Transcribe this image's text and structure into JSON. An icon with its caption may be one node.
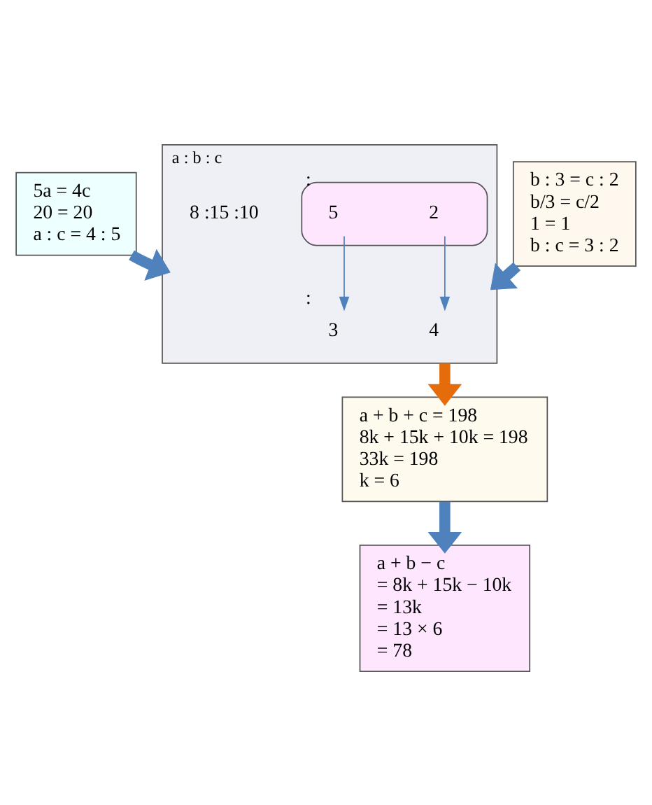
{
  "diagram": {
    "nodes": [
      {
        "text": [
          "5a = 4c",
          "20 = 20",
          "a : c = 4 : 5"
        ]
      },
      {
        "text": [
          "b : 3 = c : 2",
          "b/3 = c/2",
          "1 = 1",
          "b : c = 3 : 2"
        ]
      },
      {
        "text": [
          "a : b : c"
        ]
      },
      {
        "text": [
          "4"
        ],
        "in": 2
      },
      {
        "text": [
          "3"
        ],
        "in": 2,
        "beside": [
          ":"
        ]
      },
      {
        "text": [],
        "shape": "box",
        "in": 2
      },
      {
        "text": [
          "5"
        ],
        "in": 5,
        "beside": [
          ":"
        ]
      },
      {
        "text": [
          "2"
        ],
        "in": 5
      },
      {
        "text": [
          "a + b + c = 198",
          "8k + 15k + 10k = 198",
          "33k = 198",
          "k = 6"
        ]
      },
      {
        "text": [
          "a + b − c",
          "= 8k + 15k − 10k",
          "= 13k",
          "= 13 × 6",
          "= 78"
        ]
      }
    ],
    "edges": [
      {
        "from": 0,
        "to": 2,
        "arrow": "to"
      },
      {
        "from": 1,
        "to": 2,
        "arrow": "to"
      },
      {
        "from": 7,
        "to": 3,
        "arrow": "to"
      },
      {
        "from": 6,
        "to": 4,
        "arrow": "to"
      },
      {
        "from": 2,
        "to": 8,
        "arrow": "to",
        "color": "#e46c0a"
      },
      {
        "from": 8,
        "to": 9,
        "arrow": "to"
      }
    ],
    "labels": [
      "8 :15 :10"
    ]
  }
}
